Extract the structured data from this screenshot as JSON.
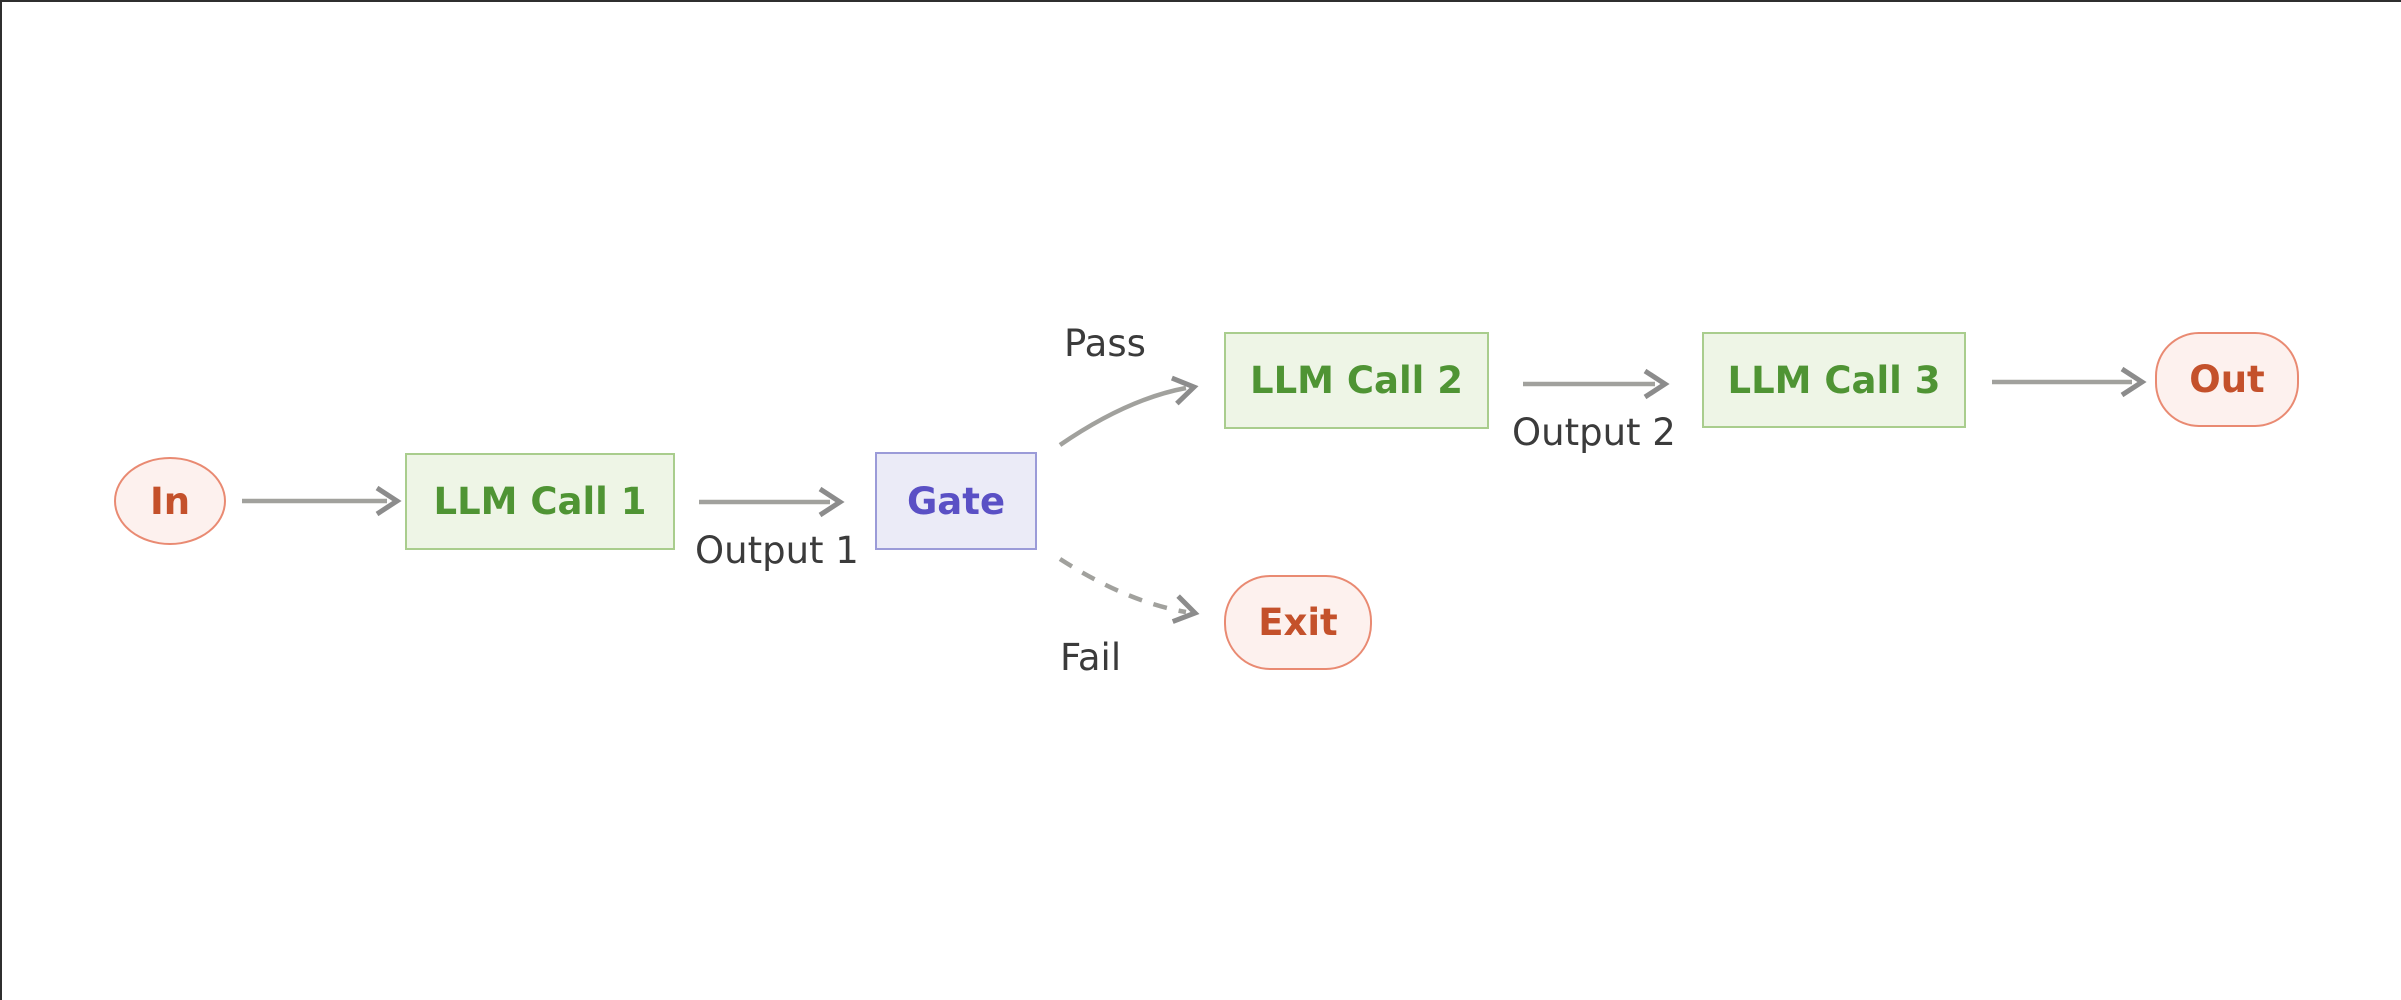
{
  "diagram": {
    "nodes": [
      {
        "id": "in",
        "label": "In",
        "shape": "ellipse",
        "variant": "terminal"
      },
      {
        "id": "llm1",
        "label": "LLM Call 1",
        "shape": "rect",
        "variant": "process"
      },
      {
        "id": "gate",
        "label": "Gate",
        "shape": "rect",
        "variant": "gate"
      },
      {
        "id": "llm2",
        "label": "LLM Call 2",
        "shape": "rect",
        "variant": "process"
      },
      {
        "id": "llm3",
        "label": "LLM Call 3",
        "shape": "rect",
        "variant": "process"
      },
      {
        "id": "out",
        "label": "Out",
        "shape": "stadium",
        "variant": "terminal"
      },
      {
        "id": "exit",
        "label": "Exit",
        "shape": "stadium",
        "variant": "terminal"
      }
    ],
    "edges": [
      {
        "from": "In",
        "to": "LLM Call 1",
        "label": "",
        "style": "solid"
      },
      {
        "from": "LLM Call 1",
        "to": "Gate",
        "label": "Output 1",
        "style": "solid"
      },
      {
        "from": "Gate",
        "to": "LLM Call 2",
        "label": "Pass",
        "style": "solid"
      },
      {
        "from": "LLM Call 2",
        "to": "LLM Call 3",
        "label": "Output 2",
        "style": "solid"
      },
      {
        "from": "LLM Call 3",
        "to": "Out",
        "label": "",
        "style": "solid"
      },
      {
        "from": "Gate",
        "to": "Exit",
        "label": "Fail",
        "style": "dashed"
      }
    ],
    "colors": {
      "process_fill": "#eef5e6",
      "process_border": "#a9cd8d",
      "process_text": "#4f9434",
      "gate_fill": "#ebebf7",
      "gate_border": "#9b9bd8",
      "gate_text": "#5a50c5",
      "terminal_fill": "#fdf1ee",
      "terminal_border": "#e98a72",
      "terminal_text": "#c4512b",
      "edge_line": "#a1a19d",
      "edge_arrowhead": "#8c8c8c",
      "edge_label_text": "#3b3b3b"
    }
  }
}
